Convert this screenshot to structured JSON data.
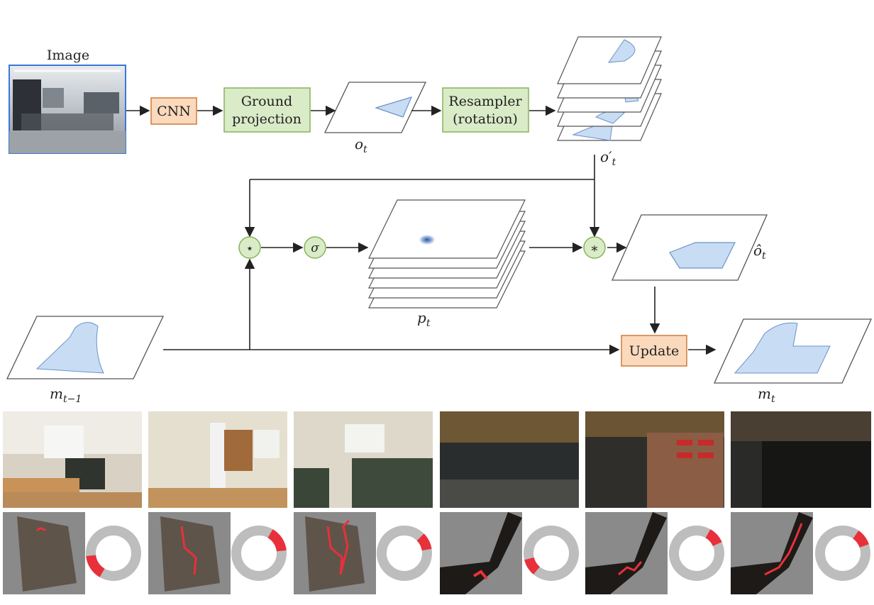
{
  "top_pipeline": {
    "image_label": "Image",
    "cnn_label": "CNN",
    "ground_projection_label": [
      "Ground",
      "projection"
    ],
    "ot_base": "o",
    "ot_sub": "t",
    "resampler_label": [
      "Resampler",
      "(rotation)"
    ],
    "ot_prime_base": "o′",
    "ot_prime_sub": "t"
  },
  "middle": {
    "conv_op": "⋆",
    "softmax_op": "σ",
    "mult_op": "∗",
    "pt_base": "p",
    "pt_sub": "t",
    "ot_hat_base": "ô",
    "ot_hat_sub": "t"
  },
  "bottom": {
    "update_label": "Update",
    "mtm1_base": "m",
    "mtm1_sub": "t−1",
    "mt_base": "m",
    "mt_sub": "t"
  },
  "colors": {
    "orange_fill": "#fbd9bc",
    "orange_stroke": "#d07a3a",
    "green_fill": "#d9ebc7",
    "green_stroke": "#86b45a",
    "blue_fill": "#c8dcf3",
    "blue_stroke": "#6b93c9",
    "image_border": "#3a78d6",
    "map_gray": "#8a8a8a",
    "trajectory_red": "#e8303a"
  },
  "example_strip": [
    {
      "scene": "indoor-dining",
      "ring_filled": 0.15
    },
    {
      "scene": "indoor-kitchen",
      "ring_filled": 0.15
    },
    {
      "scene": "indoor-livingroom",
      "ring_filled": 0.1
    },
    {
      "scene": "maze-corridor",
      "ring_filled": 0.1
    },
    {
      "scene": "maze-red-wall",
      "ring_filled": 0.1
    },
    {
      "scene": "maze-dark",
      "ring_filled": 0.1
    }
  ]
}
